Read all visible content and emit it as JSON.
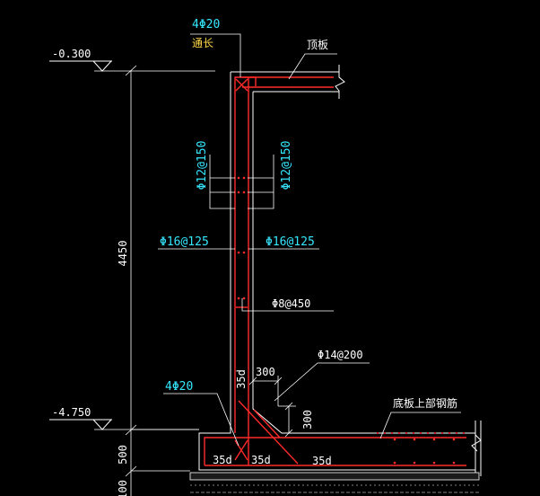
{
  "colors": {
    "background": "#000000",
    "rebar": "#ff2a2a",
    "outline": "#ffffff",
    "annotation": "#35e6ff",
    "dimension": "#ffffff",
    "label_yellow": "#ffd84a"
  },
  "labels": {
    "top_bars": "4Φ20",
    "top_bars_note": "通长",
    "roof_slab": "顶板",
    "elev_top": "-0.300",
    "elev_bottom": "-4.750",
    "bars_12_left": "Φ12@150",
    "bars_12_right": "Φ12@150",
    "bars_16_left": "Φ16@125",
    "bars_16_right": "Φ16@125",
    "tie_bars": "Φ8@450",
    "haunch_bars": "Φ14@200",
    "bottom_bars": "4Φ20",
    "base_top_rebar": "底板上部钢筋"
  },
  "dimensions": {
    "wall_height": "4450",
    "base_thickness": "500",
    "bottom_layer": "100",
    "haunch_width": "300",
    "haunch_height": "300",
    "anchor_wall": "35d",
    "anchor_left": "35d",
    "anchor_mid": "35d",
    "anchor_right": "35d"
  }
}
